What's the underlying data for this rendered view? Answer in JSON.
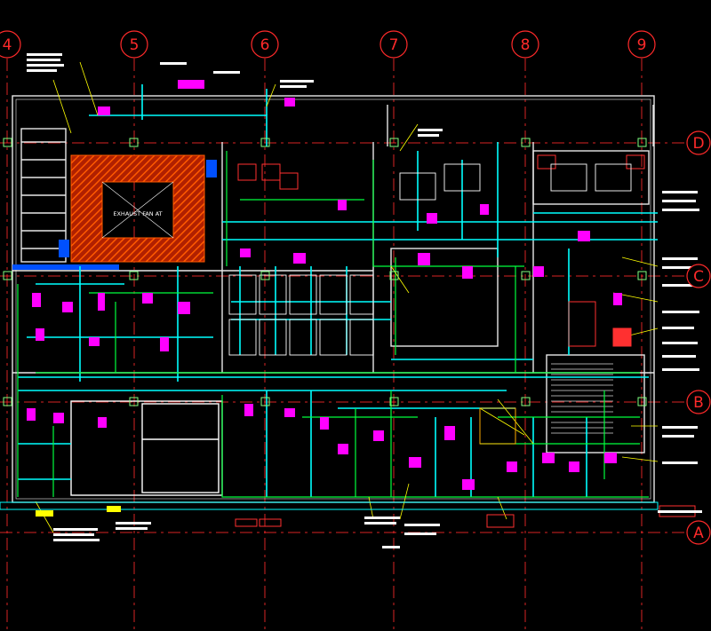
{
  "drawing": {
    "description_type": "hvac-mechanical-floor-plan",
    "background": "#000000",
    "colors": {
      "grid": "#ff2a2a",
      "wall": "#e8e8e8",
      "duct_cyan": "#00ffff",
      "duct_green": "#00ff3c",
      "equipment_magenta": "#ff00ff",
      "tag_yellow": "#ffff00",
      "hatch_orange": "#ff4a00",
      "exhaust_blue": "#0050ff",
      "accent_red": "#ff2020"
    }
  },
  "grid_columns": [
    {
      "label": "4"
    },
    {
      "label": "5"
    },
    {
      "label": "6"
    },
    {
      "label": "7"
    },
    {
      "label": "8"
    },
    {
      "label": "9"
    }
  ],
  "grid_rows": [
    {
      "label": "D"
    },
    {
      "label": "C"
    },
    {
      "label": "B"
    },
    {
      "label": "A"
    }
  ],
  "room_labels": {
    "exhaust_fan": "EXHAUST FAN AT"
  },
  "icons": {
    "column_marker": "square-column-icon",
    "grid_bubble": "circle-grid-bubble-icon"
  }
}
